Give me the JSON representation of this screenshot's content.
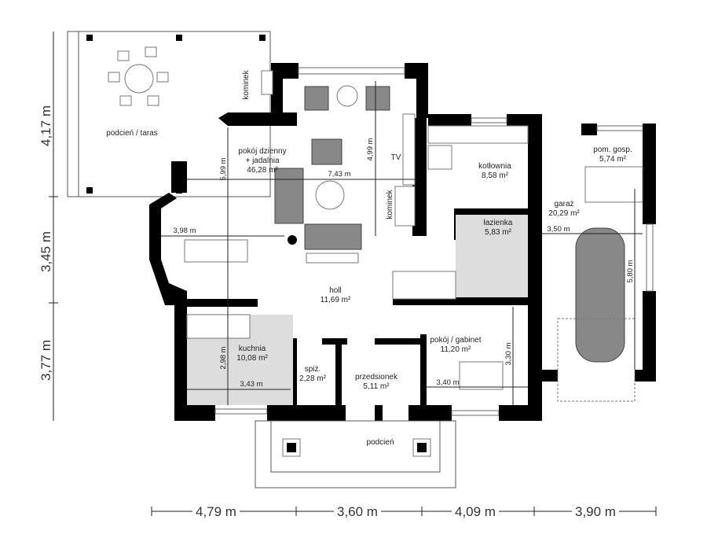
{
  "rooms": {
    "terrace": {
      "name": "podcień / taras"
    },
    "living": {
      "name1": "pokój dzienny",
      "name2": "+ jadalnia",
      "area": "46,28 m²",
      "dim_w": "7,43 m",
      "dim_h": "4,99 m",
      "dim_v": "5,99 m",
      "dim_dining": "3,98 m"
    },
    "fireplace1": {
      "name": "kominek"
    },
    "fireplace2": {
      "name": "kominek"
    },
    "tv": {
      "name": "TV"
    },
    "boiler": {
      "name": "kotłownia",
      "area": "8,58 m²"
    },
    "bathroom": {
      "name": "łazienka",
      "area": "5,83 m²"
    },
    "utility": {
      "name": "pom. gosp.",
      "area": "5,74 m²"
    },
    "garage": {
      "name": "garaż",
      "area": "20,29 m²",
      "dim_w": "3,50 m",
      "dim_h": "5,80 m"
    },
    "hall": {
      "name": "holl",
      "area": "11,69 m²"
    },
    "kitchen": {
      "name": "kuchnia",
      "area": "10,08 m²",
      "dim_w": "3,43 m",
      "dim_h": "2,98 m"
    },
    "pantry": {
      "name": "spiż.",
      "area": "2,28 m²"
    },
    "vestibule": {
      "name": "przedsionek",
      "area": "5,11 m²"
    },
    "office": {
      "name": "pokój / gabinet",
      "area": "11,20 m²",
      "dim_w": "3,40 m",
      "dim_h": "3,30 m"
    },
    "porch": {
      "name": "podcień"
    }
  },
  "outer_dims": {
    "left": [
      "4,17 m",
      "3,45 m",
      "3,77 m"
    ],
    "bottom": [
      "4,79 m",
      "3,60 m",
      "4,09 m",
      "3,90 m"
    ]
  }
}
